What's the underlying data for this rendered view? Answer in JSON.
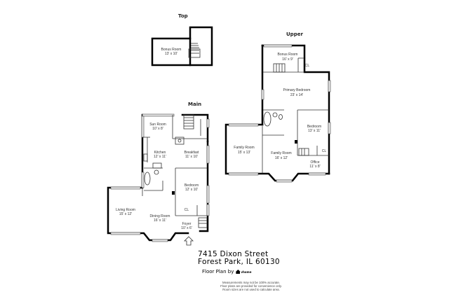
{
  "floors": {
    "top": {
      "title": "Top",
      "rooms": [
        {
          "name": "Bonus Room",
          "dims": "13' x 10'"
        }
      ]
    },
    "upper": {
      "title": "Upper",
      "rooms": [
        {
          "name": "Bonus Room",
          "dims": "16' x 9'"
        },
        {
          "name": "CL",
          "dims": ""
        },
        {
          "name": "Primary Bedroom",
          "dims": "23' x 14'"
        },
        {
          "name": "Bedroom",
          "dims": "13' x 11'"
        },
        {
          "name": "CL",
          "dims": ""
        },
        {
          "name": "Family Room",
          "dims": "15' x 13'"
        },
        {
          "name": "Family Room",
          "dims": "16' x 12'"
        },
        {
          "name": "Office",
          "dims": "11' x 8'"
        }
      ]
    },
    "main": {
      "title": "Main",
      "rooms": [
        {
          "name": "Sun Room",
          "dims": "10' x 8'"
        },
        {
          "name": "Kitchen",
          "dims": "12' x 11'"
        },
        {
          "name": "Breakfast",
          "dims": "11' x 10'"
        },
        {
          "name": "Bedroom",
          "dims": "12' x 10'"
        },
        {
          "name": "CL",
          "dims": ""
        },
        {
          "name": "Living Room",
          "dims": "15' x 12'"
        },
        {
          "name": "Dining Room",
          "dims": "16' x 11'"
        },
        {
          "name": "Foyer",
          "dims": "10' x 6'"
        }
      ]
    }
  },
  "address": {
    "line1": "7415 Dixon Street",
    "line2": "Forest Park, IL 60130"
  },
  "byline": {
    "label": "Floor Plan by",
    "brand": "vhome",
    "icon": "house-logo-icon"
  },
  "disclaimer": [
    "Measurements may not be 100% accurate.",
    "Floor plans are provided for convenience only.",
    "Room sizes are not used to calculate area."
  ],
  "colors": {
    "wall": "#000000",
    "window": "#e8e8e8",
    "background": "#ffffff"
  }
}
